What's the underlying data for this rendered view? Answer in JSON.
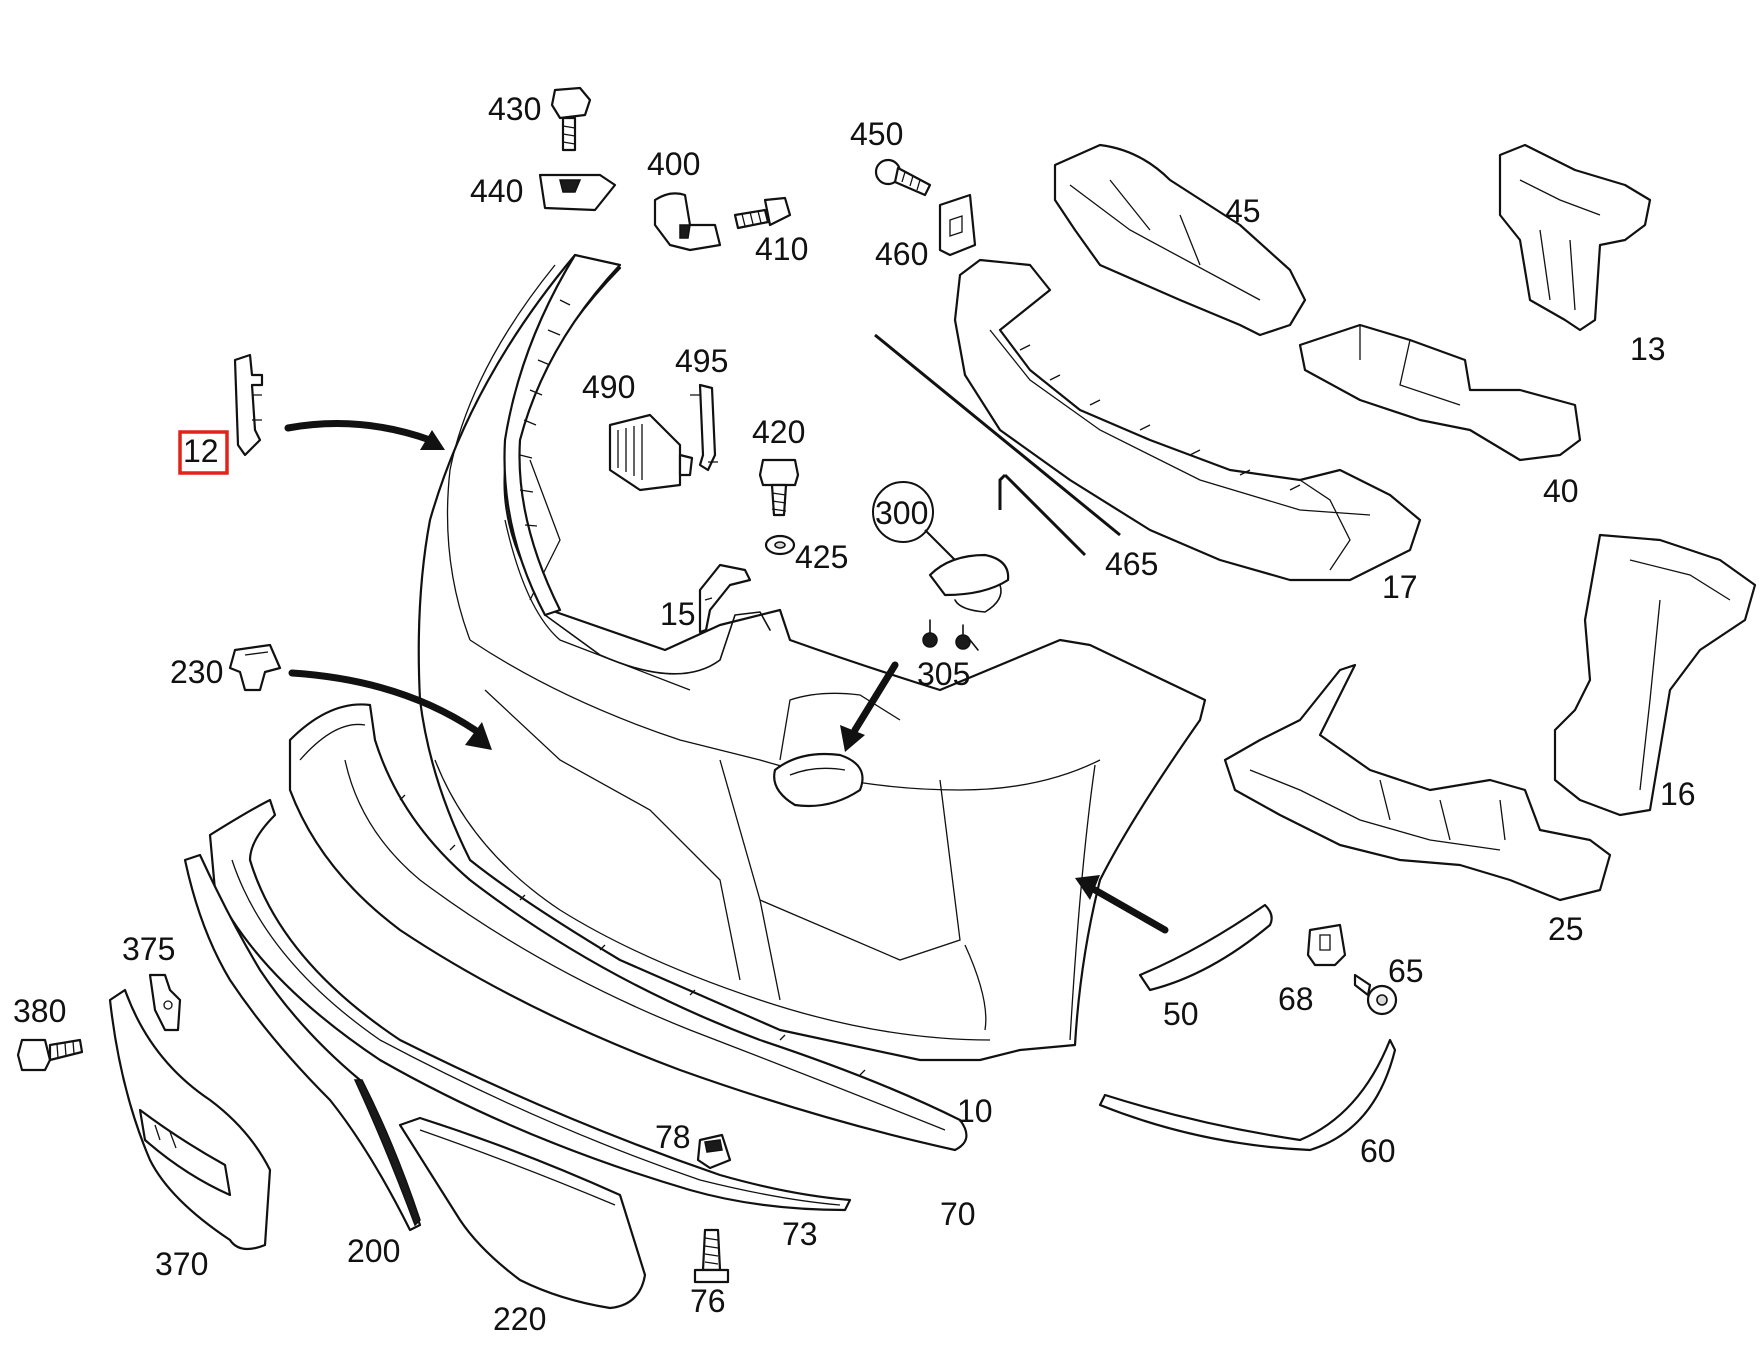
{
  "colors": {
    "line": "#111111",
    "background": "#ffffff",
    "highlight": "#e2231a"
  },
  "highlighted_part": "12",
  "labels": {
    "p430": "430",
    "p440": "440",
    "p400": "400",
    "p410": "410",
    "p450": "450",
    "p460": "460",
    "p45": "45",
    "p13": "13",
    "p40": "40",
    "p12": "12",
    "p490": "490",
    "p495": "495",
    "p420": "420",
    "p425": "425",
    "p300": "300",
    "p465": "465",
    "p17": "17",
    "p15": "15",
    "p305": "305",
    "p230": "230",
    "p16": "16",
    "p25": "25",
    "p375": "375",
    "p380": "380",
    "p50": "50",
    "p68": "68",
    "p65": "65",
    "p10": "10",
    "p60": "60",
    "p78": "78",
    "p70": "70",
    "p73": "73",
    "p370": "370",
    "p200": "200",
    "p220": "220",
    "p76": "76"
  }
}
